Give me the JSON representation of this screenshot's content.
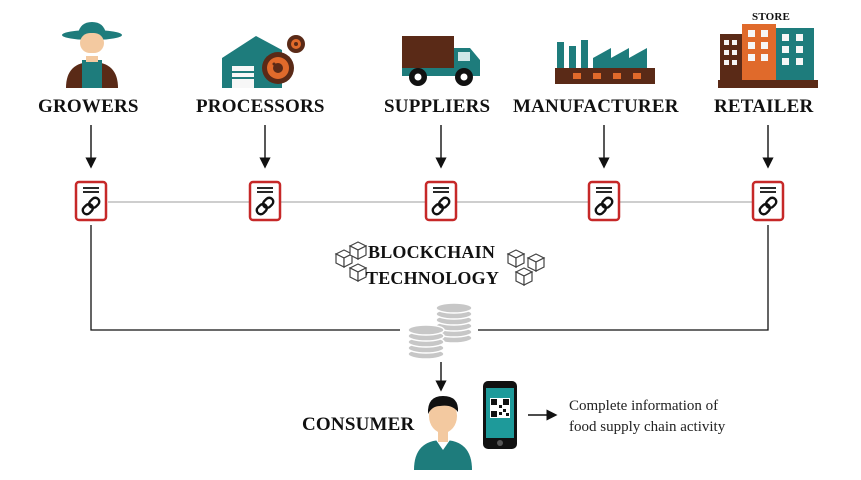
{
  "stages": [
    {
      "id": "growers",
      "label": "GROWERS",
      "icon": "farmer-icon"
    },
    {
      "id": "processors",
      "label": "PROCESSORS",
      "icon": "factory-gear-icon"
    },
    {
      "id": "suppliers",
      "label": "SUPPLIERS",
      "icon": "delivery-truck-icon"
    },
    {
      "id": "manufacturer",
      "label": "MANUFACTURER",
      "icon": "factory-icon"
    },
    {
      "id": "retailer",
      "label": "RETAILER",
      "icon": "store-building-icon"
    }
  ],
  "store_sign": "STORE",
  "blockchain": {
    "line1": "BLOCKCHAIN",
    "line2": "TECHNOLOGY"
  },
  "consumer": {
    "label": "CONSUMER",
    "note_line1": "Complete information of",
    "note_line2": "food supply chain activity"
  },
  "colors": {
    "teal": "#1e7c7c",
    "brown": "#5a2a17",
    "red": "#c62828",
    "skin": "#f3c9a0",
    "orange": "#e06a2b",
    "grey": "#9e9e9e"
  }
}
